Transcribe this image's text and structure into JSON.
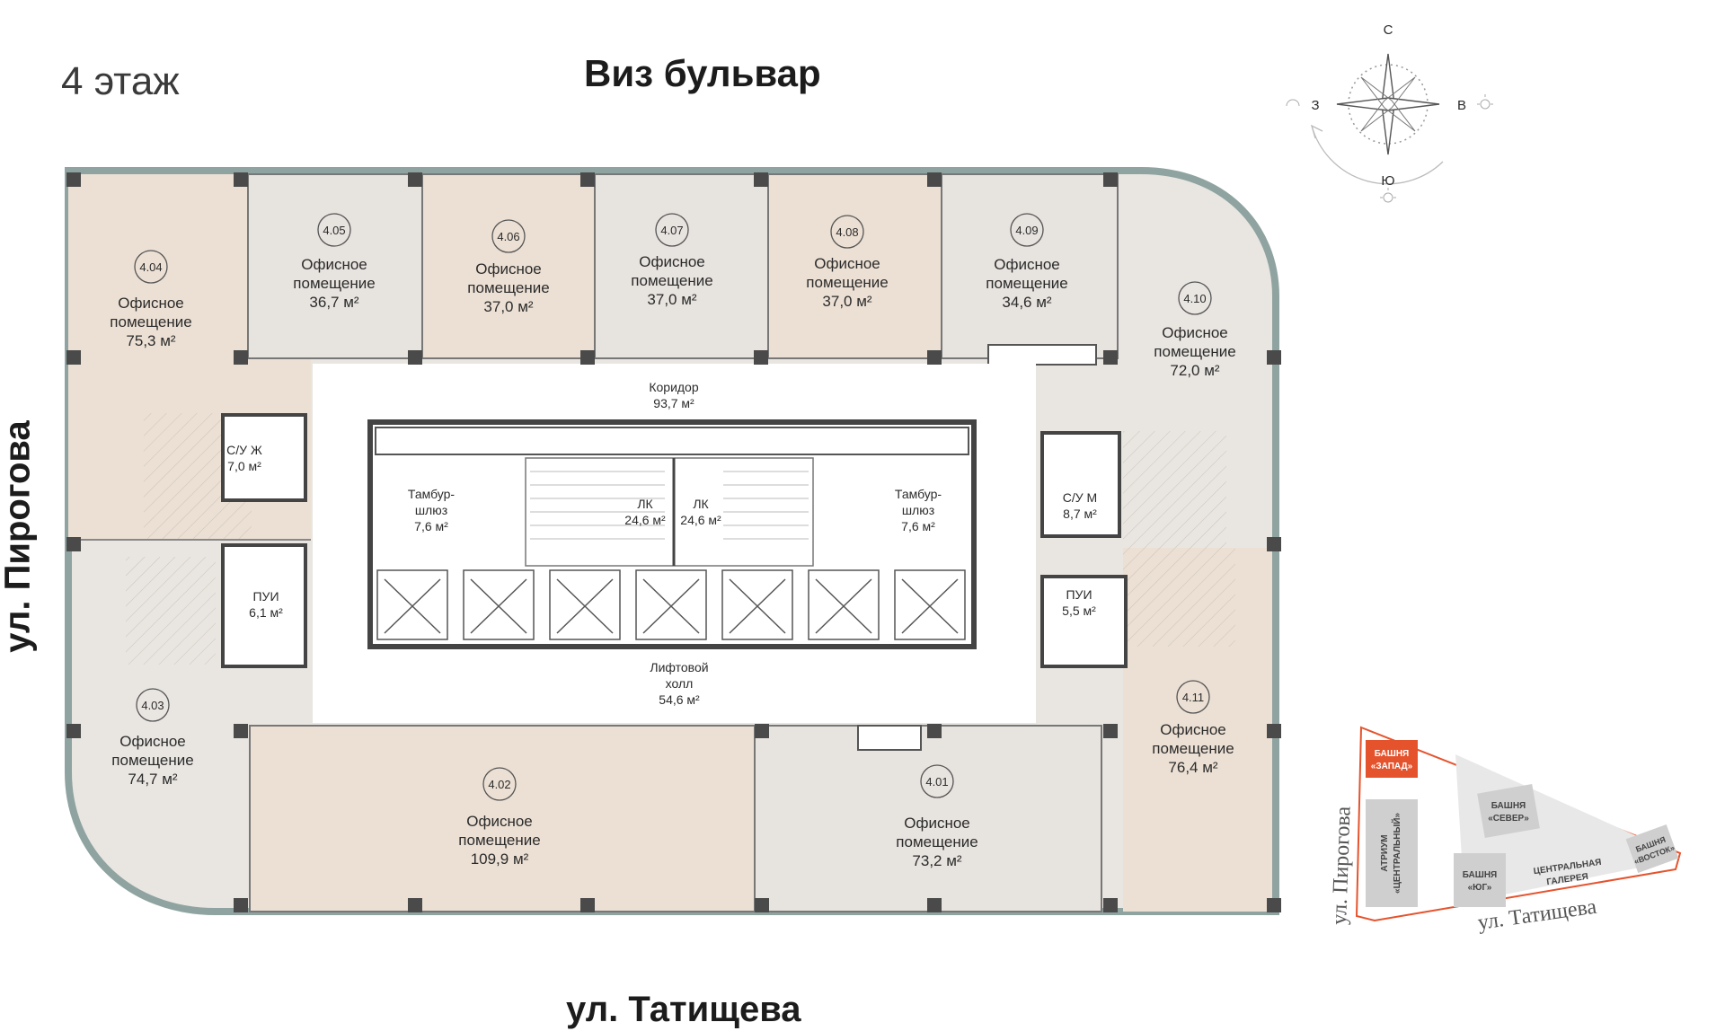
{
  "floor_title": "4 этаж",
  "streets": {
    "top": "Виз бульвар",
    "bottom": "ул. Татищева",
    "left": "ул. Пирогова"
  },
  "compass": {
    "north": "С",
    "south": "Ю",
    "east": "В",
    "west": "З"
  },
  "offices": [
    {
      "id": "4.04",
      "label_1": "Офисное",
      "label_2": "помещение",
      "area": "75,3 м²"
    },
    {
      "id": "4.05",
      "label_1": "Офисное",
      "label_2": "помещение",
      "area": "36,7 м²"
    },
    {
      "id": "4.06",
      "label_1": "Офисное",
      "label_2": "помещение",
      "area": "37,0 м²"
    },
    {
      "id": "4.07",
      "label_1": "Офисное",
      "label_2": "помещение",
      "area": "37,0 м²"
    },
    {
      "id": "4.08",
      "label_1": "Офисное",
      "label_2": "помещение",
      "area": "37,0 м²"
    },
    {
      "id": "4.09",
      "label_1": "Офисное",
      "label_2": "помещение",
      "area": "34,6 м²"
    },
    {
      "id": "4.10",
      "label_1": "Офисное",
      "label_2": "помещение",
      "area": "72,0 м²"
    },
    {
      "id": "4.03",
      "label_1": "Офисное",
      "label_2": "помещение",
      "area": "74,7 м²"
    },
    {
      "id": "4.02",
      "label_1": "Офисное",
      "label_2": "помещение",
      "area": "109,9 м²"
    },
    {
      "id": "4.01",
      "label_1": "Офисное",
      "label_2": "помещение",
      "area": "73,2 м²"
    },
    {
      "id": "4.11",
      "label_1": "Офисное",
      "label_2": "помещение",
      "area": "76,4 м²"
    }
  ],
  "common": {
    "corridor": {
      "label": "Коридор",
      "area": "93,7 м²"
    },
    "lift_hall": {
      "label_1": "Лифтовой",
      "label_2": "холл",
      "area": "54,6 м²"
    },
    "lk_left": {
      "label": "ЛК",
      "area": "24,6 м²"
    },
    "lk_right": {
      "label": "ЛК",
      "area": "24,6 м²"
    },
    "tambur_left": {
      "label_1": "Тамбур-",
      "label_2": "шлюз",
      "area": "7,6 м²"
    },
    "tambur_right": {
      "label_1": "Тамбур-",
      "label_2": "шлюз",
      "area": "7,6 м²"
    },
    "wc_f": {
      "label": "С/У Ж",
      "area": "7,0 м²"
    },
    "wc_m": {
      "label": "С/У М",
      "area": "8,7 м²"
    },
    "pui_left": {
      "label": "ПУИ",
      "area": "6,1 м²"
    },
    "pui_right": {
      "label": "ПУИ",
      "area": "5,5 м²"
    }
  },
  "site_map": {
    "tower_west_1": "БАШНЯ",
    "tower_west_2": "«ЗАПАД»",
    "atrium_1": "АТРИУМ",
    "atrium_2": "«ЦЕНТРАЛЬНЫЙ»",
    "tower_north_1": "БАШНЯ",
    "tower_north_2": "«СЕВЕР»",
    "tower_south_1": "БАШНЯ",
    "tower_south_2": "«ЮГ»",
    "gallery_1": "ЦЕНТРАЛЬНАЯ",
    "gallery_2": "ГАЛЕРЕЯ",
    "tower_east_1": "БАШНЯ",
    "tower_east_2": "«ВОСТОК»",
    "street_pirogova": "ул. Пирогова",
    "street_tatishcheva": "ул. Татищева",
    "highlight_color": "#e5532d"
  },
  "colors": {
    "office_beige": "#ece0d4",
    "office_grey": "#e7e3df",
    "office_grey_light": "#e9e6e2",
    "wall_outer": "#8fa3a0",
    "column": "#4a4a4a"
  }
}
